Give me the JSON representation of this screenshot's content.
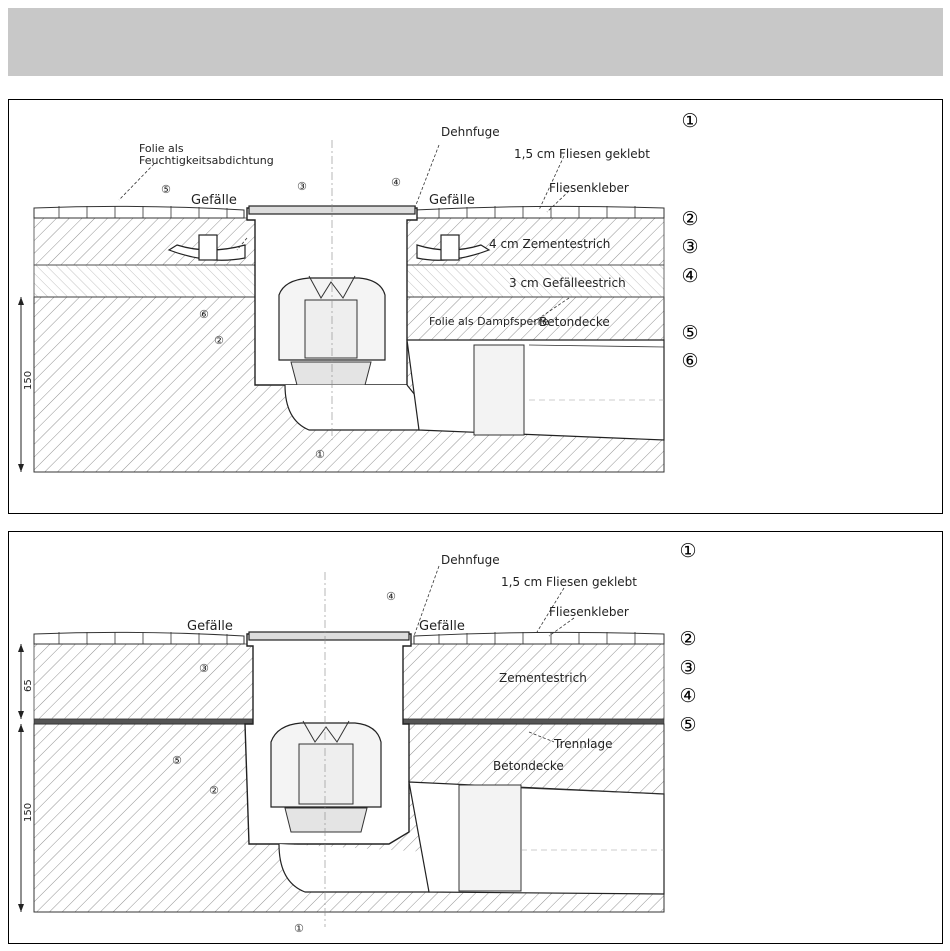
{
  "panels": [
    {
      "labels": {
        "foil_moisture_line1": "Folie als",
        "foil_moisture_line2": "Feuchtigkeitsabdichtung",
        "expansion_joint": "Dehnfuge",
        "tiles": "1,5 cm Fliesen geklebt",
        "tile_adhesive": "Fliesenkleber",
        "slope_left": "Gefälle",
        "slope_right": "Gefälle",
        "cement_screed": "4 cm Zementestrich",
        "slope_screed": "3 cm Gefälleestrich",
        "vapour_barrier": "Folie als Dampfsperre",
        "concrete_slab": "Betondecke",
        "dimension": "150"
      },
      "callouts": [
        "①",
        "②",
        "③",
        "④",
        "⑤",
        "⑥"
      ],
      "legend": [
        "①",
        "②",
        "③",
        "④",
        "⑤",
        "⑥"
      ]
    },
    {
      "labels": {
        "expansion_joint": "Dehnfuge",
        "tiles": "1,5 cm Fliesen geklebt",
        "tile_adhesive": "Fliesenkleber",
        "slope_left": "Gefälle",
        "slope_right": "Gefälle",
        "cement_screed": "Zementestrich",
        "separating_layer": "Trennlage",
        "concrete_slab": "Betondecke",
        "dimension_top": "65",
        "dimension_bottom": "150"
      },
      "callouts": [
        "①",
        "②",
        "③",
        "④",
        "⑤"
      ],
      "legend": [
        "①",
        "②",
        "③",
        "④",
        "⑤"
      ]
    }
  ]
}
